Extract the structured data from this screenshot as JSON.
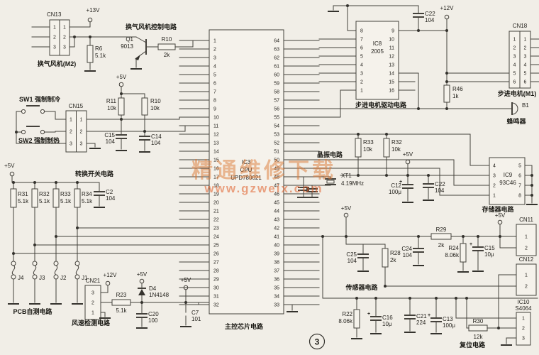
{
  "watermark": {
    "line1": "精通维修下载",
    "line2": "www.gzweix.com"
  },
  "badge": "3",
  "sections": {
    "fan": {
      "title": "换气风机控制电路",
      "cn": "CN13",
      "pins": [
        "1",
        "2",
        "3"
      ],
      "motor": "换气风机(M2)",
      "v13": "+13V",
      "r6": "R6",
      "r6v": "5.1k",
      "q1": "Q1",
      "q1v": "9013",
      "r10": "R10",
      "r10v": "2k"
    },
    "sw": {
      "title": "转换开关电路",
      "sw1": "SW1 强制制冷",
      "sw2": "SW2 强制制热",
      "cn": "CN15",
      "pins": [
        "1",
        "2",
        "3"
      ],
      "v5": "+5V",
      "r11": "R11",
      "r11v": "10k",
      "r10": "R10",
      "r10v": "10k",
      "c15": "C15",
      "c15v": "104",
      "c14": "C14",
      "c14v": "104"
    },
    "pu": {
      "v5": "+5V",
      "r31": "R31",
      "r31v": "5.1k",
      "r32": "R32",
      "r32v": "5.1k",
      "r33": "R33",
      "r33v": "5.1k",
      "r34": "R34",
      "r34v": "5.1k",
      "c2": "C2",
      "c2v": "104"
    },
    "pcb": {
      "title": "PCB自测电路",
      "j1": "J1",
      "j2": "J2",
      "j3": "J3",
      "j4": "J4"
    },
    "wind": {
      "title": "风速检测电路",
      "cn": "CN21",
      "pins": [
        "3",
        "2",
        "1"
      ],
      "v12": "+12V",
      "v5": "+5V",
      "r23": "R23",
      "r23v": "5.1k",
      "d4": "D4",
      "d4v": "1N4148",
      "c20": "C20",
      "c20v": "100"
    },
    "cpu": {
      "title": "主控芯片电路",
      "ref": "IC3",
      "name": "CPU",
      "part": "UPD780021",
      "v5": "+5V",
      "c7": "C7",
      "c7v": "101",
      "lp": [
        1,
        2,
        3,
        4,
        5,
        6,
        7,
        8,
        9,
        10,
        11,
        12,
        13,
        14,
        15,
        16,
        17,
        18,
        19,
        20,
        21,
        22,
        23,
        24,
        25,
        26,
        27,
        28,
        29,
        30,
        31,
        32
      ],
      "rp": [
        64,
        63,
        62,
        61,
        60,
        59,
        58,
        57,
        56,
        55,
        54,
        53,
        52,
        51,
        50,
        49,
        48,
        47,
        46,
        45,
        44,
        43,
        42,
        41,
        40,
        39,
        38,
        37,
        36,
        35,
        34,
        33
      ]
    },
    "xtal": {
      "title": "晶振电路",
      "ref": "XT1",
      "freq": "4.19MHz"
    },
    "step": {
      "title": "步进电机驱动电路",
      "ref": "IC8",
      "part": "2005",
      "lp": [
        8,
        7,
        6,
        5,
        4,
        3,
        2,
        1
      ],
      "rp": [
        9,
        10,
        11,
        12,
        13,
        14,
        15,
        16
      ],
      "c22": "C22",
      "c22v": "104",
      "v12": "+12V",
      "cn": "CN18",
      "pins": [
        "1",
        "2",
        "3",
        "4",
        "5",
        "6"
      ],
      "motor": "步进电机(M1)",
      "r46": "R46",
      "r46v": "1k",
      "b1": "B1",
      "buz": "蜂鸣器"
    },
    "mem": {
      "title": "存储器电路",
      "r33": "R33",
      "r33v": "10k",
      "r32": "R32",
      "r32v": "10k",
      "v5": "+5V",
      "c12": "C12",
      "c12v": "100μ",
      "c22": "C22",
      "c22v": "104",
      "ref": "IC9",
      "part": "93C46",
      "lp": [
        4,
        3,
        2,
        1
      ],
      "rp": [
        5,
        6,
        7,
        8
      ]
    },
    "sen": {
      "title": "传感器电路",
      "c25": "C25",
      "c25v": "104",
      "r28": "R28",
      "r28v": "2k",
      "c24": "C24",
      "c24v": "104",
      "r29": "R29",
      "r29v": "2k",
      "r24": "R24",
      "r24v": "8.06k",
      "c15": "C15",
      "c15v": "10μ",
      "v5a": "+5V",
      "v5b": "+5V",
      "cn11": "CN11",
      "cn11p": [
        "1",
        "2"
      ],
      "cn12": "CN12",
      "cn12p": [
        "1",
        "2"
      ]
    },
    "rst": {
      "title": "复位电路",
      "r22": "R22",
      "r22v": "8.06k",
      "c16": "C16",
      "c16v": "10μ",
      "c21": "C21",
      "c21v": "224",
      "c13": "C13",
      "c13v": "100μ",
      "r30": "R30",
      "r30v": "12k",
      "ref": "IC10",
      "part": "S4064",
      "pins": [
        "1",
        "2",
        "3"
      ]
    }
  }
}
